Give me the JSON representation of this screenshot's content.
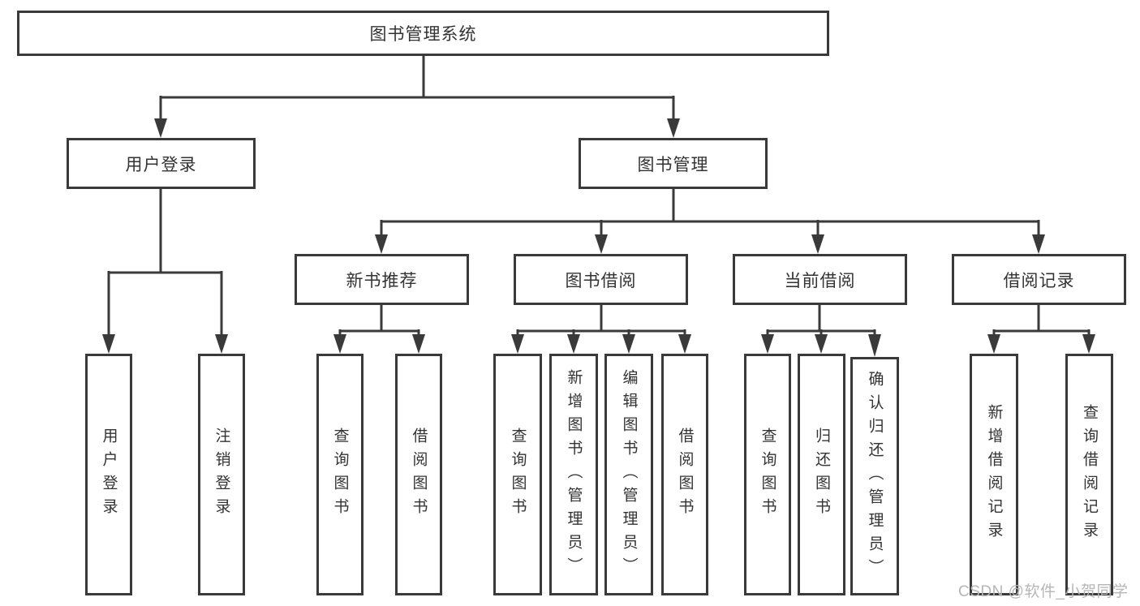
{
  "diagram": {
    "root": {
      "label": "图书管理系统"
    },
    "branches": [
      {
        "label": "用户登录",
        "children": [
          {
            "label": "用户登录"
          },
          {
            "label": "注销登录"
          }
        ]
      },
      {
        "label": "图书管理",
        "groups": [
          {
            "label": "新书推荐",
            "children": [
              {
                "label": "查询图书"
              },
              {
                "label": "借阅图书"
              }
            ]
          },
          {
            "label": "图书借阅",
            "children": [
              {
                "label": "查询图书"
              },
              {
                "label": "新增图书（管理员）"
              },
              {
                "label": "编辑图书（管理员）"
              },
              {
                "label": "借阅图书"
              }
            ]
          },
          {
            "label": "当前借阅",
            "children": [
              {
                "label": "查询图书"
              },
              {
                "label": "归还图书"
              },
              {
                "label": "确认归还（管理员）"
              }
            ]
          },
          {
            "label": "借阅记录",
            "children": [
              {
                "label": "新增借阅记录"
              },
              {
                "label": "查询借阅记录"
              }
            ]
          }
        ]
      }
    ]
  },
  "watermark": {
    "text": "CSDN @软件_小贺同学"
  },
  "colors": {
    "line": "#3a3a3a",
    "box_background": "#ffffff",
    "text": "#333333",
    "watermark": "#b6b6b6"
  }
}
